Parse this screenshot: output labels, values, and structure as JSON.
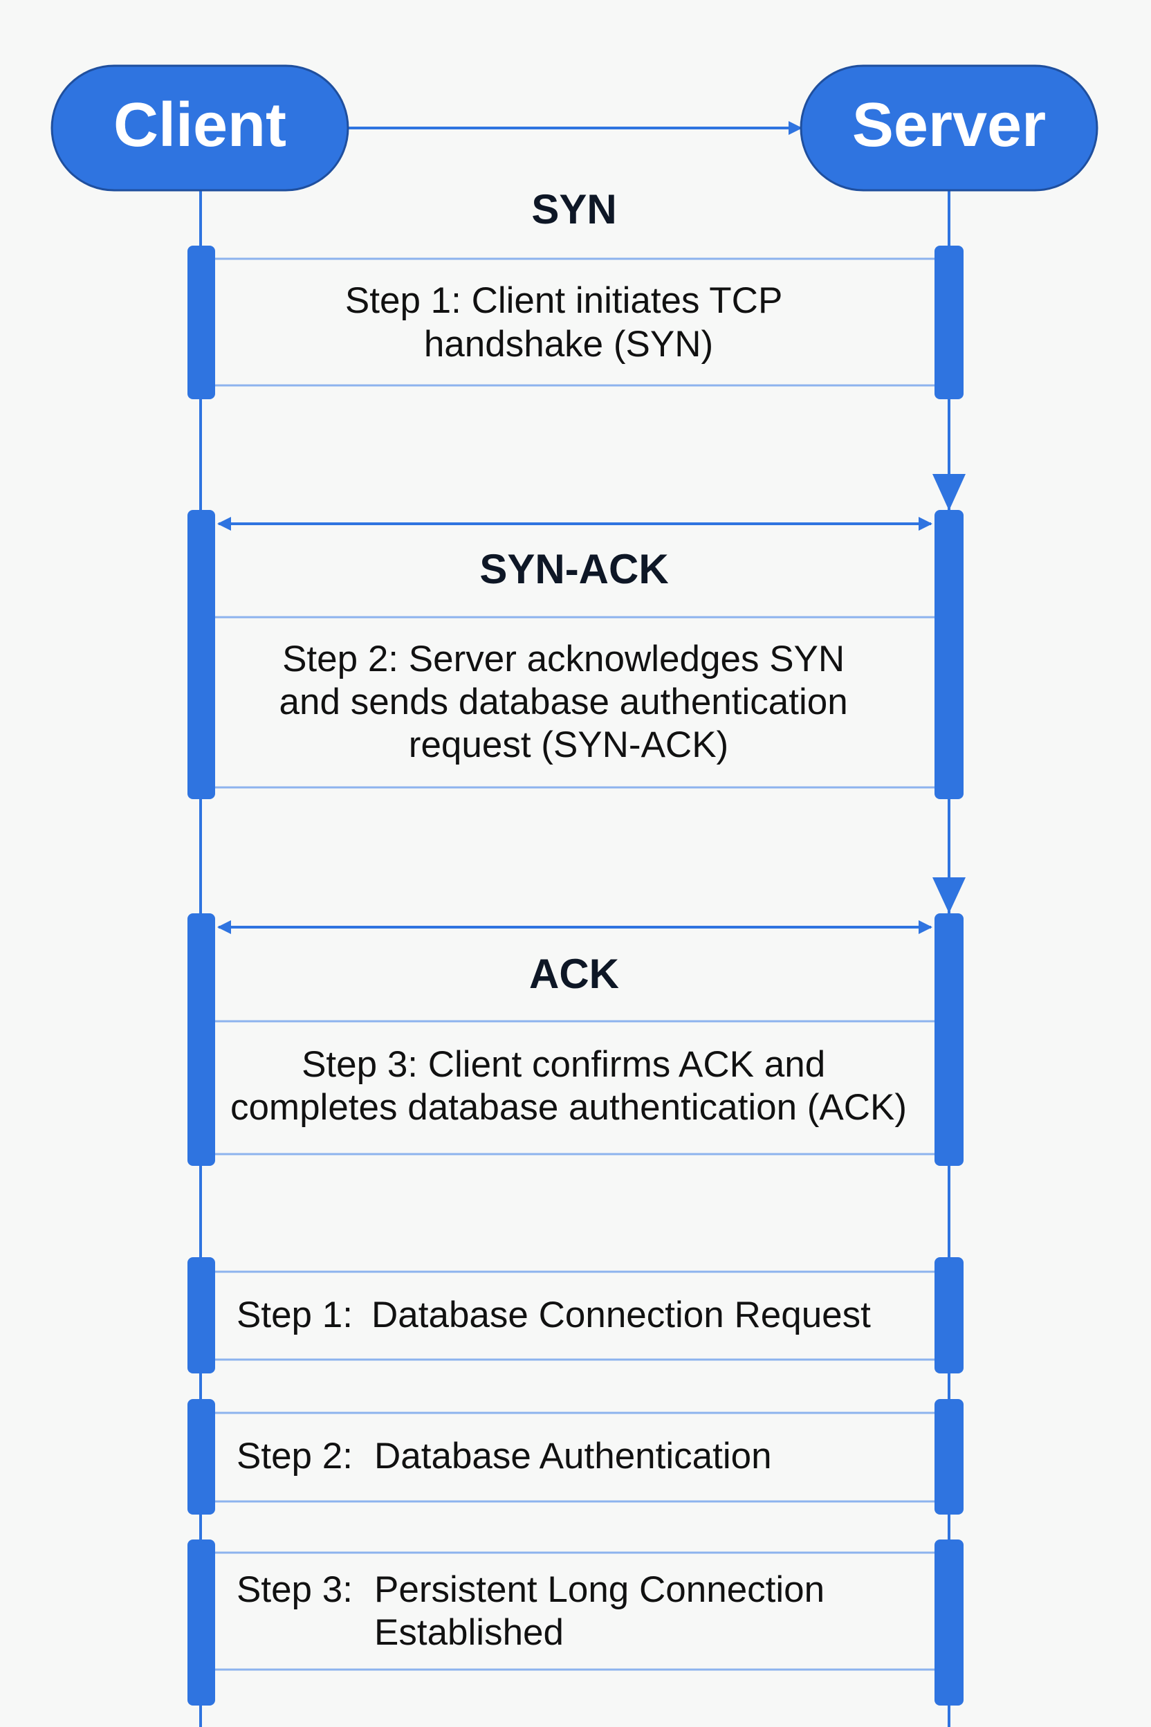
{
  "actors": {
    "client": "Client",
    "server": "Server"
  },
  "messages": {
    "syn": "SYN",
    "syn_ack": "SYN-ACK",
    "ack": "ACK"
  },
  "handshake_steps": [
    {
      "lines": [
        "Step 1: Client initiates TCP",
        "handshake (SYN)"
      ]
    },
    {
      "lines": [
        "Step 2: Server acknowledges SYN",
        "and sends database authentication",
        "request (SYN-ACK)"
      ]
    },
    {
      "lines": [
        "Step 3: Client confirms ACK and",
        "completes database authentication (ACK)"
      ]
    }
  ],
  "db_steps": [
    {
      "prefix": "Step 1:",
      "lines": [
        "Database Connection Request"
      ]
    },
    {
      "prefix": "Step 2:",
      "lines": [
        "Database Authentication"
      ]
    },
    {
      "prefix": "Step 3:",
      "lines": [
        "Persistent Long Connection",
        "Established"
      ]
    }
  ],
  "colors": {
    "accent": "#2f74e0",
    "actor_fill": "#2f74e0",
    "actor_stroke": "#1f4f9e",
    "band_line": "#8db3ee",
    "background": "#f7f8f7"
  }
}
